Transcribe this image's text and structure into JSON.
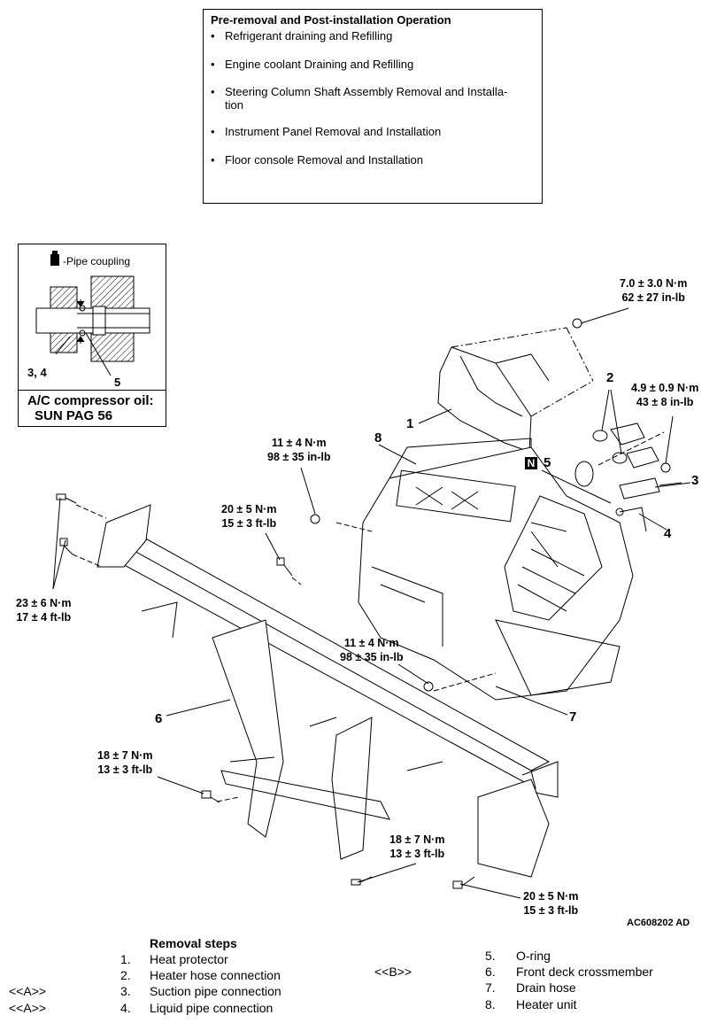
{
  "operations": {
    "title": "Pre-removal and Post-installation Operation",
    "items": [
      "Refrigerant draining and Refilling",
      "Engine coolant Draining and Refilling",
      "Steering Column Shaft Assembly Removal and Installa-",
      "tion",
      "Instrument Panel Removal and Installation",
      "Floor console Removal and Installation"
    ]
  },
  "inset": {
    "pipe_coupling": "-Pipe coupling",
    "label_34": "3, 4",
    "label_5": "5",
    "oil_line1": "A/C compressor oil:",
    "oil_line2": "SUN PAG 56"
  },
  "torques": {
    "t1": [
      "7.0 ± 3.0 N·m",
      "62 ± 27 in-lb"
    ],
    "t2": [
      "4.9 ± 0.9 N·m",
      "43 ± 8 in-lb"
    ],
    "t3": [
      "11 ± 4 N·m",
      "98 ± 35 in-lb"
    ],
    "t4": [
      "20 ± 5 N·m",
      "15 ± 3 ft-lb"
    ],
    "t5": [
      "23 ± 6 N·m",
      "17 ± 4 ft-lb"
    ],
    "t6": [
      "11 ± 4 N·m",
      "98 ± 35 in-lb"
    ],
    "t7": [
      "18 ± 7 N·m",
      "13 ± 3 ft-lb"
    ],
    "t8": [
      "18 ± 7 N·m",
      "13 ± 3 ft-lb"
    ],
    "t9": [
      "20 ± 5 N·m",
      "15 ± 3 ft-lb"
    ]
  },
  "callouts": {
    "c1": "1",
    "c2": "2",
    "c3": "3",
    "c4": "4",
    "c5": "5",
    "c6": "6",
    "c7": "7",
    "c8": "8",
    "n_mark": "N"
  },
  "figure_code": "AC608202 AD",
  "removal": {
    "heading": "Removal steps",
    "left": [
      {
        "mark": "",
        "num": "1.",
        "text": "Heat protector"
      },
      {
        "mark": "",
        "num": "2.",
        "text": "Heater hose connection"
      },
      {
        "mark": "<<A>>",
        "num": "3.",
        "text": "Suction pipe connection"
      },
      {
        "mark": "<<A>>",
        "num": "4.",
        "text": "Liquid pipe connection"
      }
    ],
    "right": [
      {
        "mark": "",
        "num": "5.",
        "text": "O-ring"
      },
      {
        "mark": "<<B>>",
        "num": "6.",
        "text": "Front deck crossmember"
      },
      {
        "mark": "",
        "num": "7.",
        "text": "Drain hose"
      },
      {
        "mark": "",
        "num": "8.",
        "text": "Heater unit"
      }
    ]
  }
}
